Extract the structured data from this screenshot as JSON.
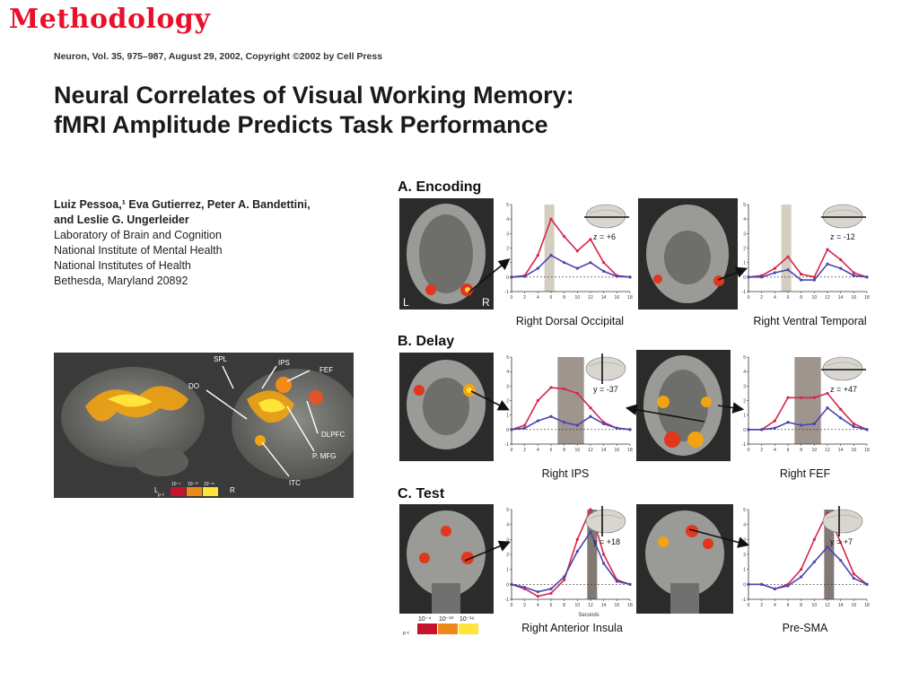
{
  "slide": {
    "title": "Methodology"
  },
  "paper": {
    "citation": "Neuron, Vol. 35, 975–987, August 29, 2002, Copyright ©2002 by Cell Press",
    "title_line1": "Neural Correlates of Visual Working Memory:",
    "title_line2": "fMRI Amplitude Predicts Task Performance",
    "authors_line1": "Luiz Pessoa,¹ Eva Gutierrez, Peter A. Bandettini,",
    "authors_line2": "and Leslie G. Ungerleider",
    "affiliation": [
      "Laboratory of Brain and Cognition",
      "National Institute of Mental Health",
      "National Institutes of Health",
      "Bethesda, Maryland 20892"
    ]
  },
  "brain_figure": {
    "labels": [
      "SPL",
      "IPS",
      "FEF",
      "DO",
      "DLPFC",
      "P. MFG",
      "ITC"
    ],
    "hemi_left": "L",
    "hemi_right": "R",
    "legend_prefix": "p <",
    "legend_values": [
      "10⁻⁴",
      "10⁻¹⁰",
      "10⁻¹⁶"
    ]
  },
  "figure": {
    "panels": [
      "A. Encoding",
      "B. Delay",
      "C. Test"
    ],
    "x_axis_title": "Seconds",
    "legend_values": [
      "10⁻⁴",
      "10⁻¹⁰",
      "10⁻¹⁶"
    ],
    "legend_prefix": "p <",
    "slice_L": "L",
    "slice_R": "R"
  },
  "chart_data": [
    {
      "type": "line",
      "panel": "A. Encoding",
      "caption": "Right Dorsal Occipital",
      "coord": "z = +6",
      "x": [
        0,
        2,
        4,
        6,
        8,
        10,
        12,
        14,
        16,
        18
      ],
      "xlim": [
        0,
        18
      ],
      "ylim": [
        -1,
        5
      ],
      "yticks": [
        -1,
        0,
        1,
        2,
        3,
        4,
        5
      ],
      "shade": [
        5,
        6.5
      ],
      "series": [
        {
          "color": "#d8244a",
          "values": [
            0,
            0.1,
            1.5,
            4.0,
            2.8,
            1.8,
            2.6,
            1.0,
            0.1,
            0
          ]
        },
        {
          "color": "#4a45b0",
          "values": [
            0,
            0.05,
            0.6,
            1.5,
            1.0,
            0.6,
            1.0,
            0.4,
            0.05,
            0
          ]
        }
      ]
    },
    {
      "type": "line",
      "panel": "A. Encoding",
      "caption": "Right Ventral Temporal",
      "coord": "z = -12",
      "x": [
        0,
        2,
        4,
        6,
        8,
        10,
        12,
        14,
        16,
        18
      ],
      "xlim": [
        0,
        18
      ],
      "ylim": [
        -1,
        5
      ],
      "yticks": [
        -1,
        0,
        1,
        2,
        3,
        4,
        5
      ],
      "shade": [
        5,
        6.5
      ],
      "series": [
        {
          "color": "#d8244a",
          "values": [
            0,
            0.1,
            0.6,
            1.4,
            0.2,
            0,
            1.9,
            1.2,
            0.3,
            0
          ]
        },
        {
          "color": "#4a45b0",
          "values": [
            0,
            0,
            0.3,
            0.5,
            -0.2,
            -0.2,
            0.9,
            0.6,
            0.1,
            0
          ]
        }
      ]
    },
    {
      "type": "line",
      "panel": "B. Delay",
      "caption": "Right IPS",
      "coord": "y = -37",
      "x": [
        0,
        2,
        4,
        6,
        8,
        10,
        12,
        14,
        16,
        18
      ],
      "xlim": [
        0,
        18
      ],
      "ylim": [
        -1,
        5
      ],
      "yticks": [
        -1,
        0,
        1,
        2,
        3,
        4,
        5
      ],
      "shade": [
        7,
        11
      ],
      "series": [
        {
          "color": "#d8244a",
          "values": [
            0,
            0.3,
            2.0,
            2.9,
            2.8,
            2.5,
            1.5,
            0.5,
            0.1,
            0
          ]
        },
        {
          "color": "#4a45b0",
          "values": [
            0,
            0.1,
            0.6,
            0.9,
            0.5,
            0.3,
            0.9,
            0.4,
            0.1,
            0
          ]
        }
      ]
    },
    {
      "type": "line",
      "panel": "B. Delay",
      "caption": "Right FEF",
      "coord": "z = +47",
      "x": [
        0,
        2,
        4,
        6,
        8,
        10,
        12,
        14,
        16,
        18
      ],
      "xlim": [
        0,
        18
      ],
      "ylim": [
        -1,
        5
      ],
      "yticks": [
        -1,
        0,
        1,
        2,
        3,
        4,
        5
      ],
      "shade": [
        7,
        11
      ],
      "series": [
        {
          "color": "#d8244a",
          "values": [
            0,
            0,
            0.6,
            2.2,
            2.2,
            2.2,
            2.5,
            1.4,
            0.4,
            0
          ]
        },
        {
          "color": "#4a45b0",
          "values": [
            0,
            0,
            0.1,
            0.5,
            0.3,
            0.4,
            1.5,
            0.8,
            0.2,
            0
          ]
        }
      ]
    },
    {
      "type": "line",
      "panel": "C. Test",
      "caption": "Right Anterior Insula",
      "coord": "y = +18",
      "xlabel": "Seconds",
      "x": [
        0,
        2,
        4,
        6,
        8,
        10,
        12,
        14,
        16,
        18
      ],
      "xlim": [
        0,
        18
      ],
      "ylim": [
        -1,
        5
      ],
      "yticks": [
        -1,
        0,
        1,
        2,
        3,
        4,
        5
      ],
      "shade": [
        11.5,
        13
      ],
      "series": [
        {
          "color": "#d8244a",
          "values": [
            0,
            -0.3,
            -0.8,
            -0.6,
            0.3,
            3.0,
            5.0,
            2.0,
            0.3,
            0
          ]
        },
        {
          "color": "#4a45b0",
          "values": [
            0,
            -0.2,
            -0.5,
            -0.3,
            0.5,
            2.2,
            3.5,
            1.4,
            0.2,
            0
          ]
        }
      ]
    },
    {
      "type": "line",
      "panel": "C. Test",
      "caption": "Pre-SMA",
      "coord": "y = +7",
      "x": [
        0,
        2,
        4,
        6,
        8,
        10,
        12,
        14,
        16,
        18
      ],
      "xlim": [
        0,
        18
      ],
      "ylim": [
        -1,
        5
      ],
      "yticks": [
        -1,
        0,
        1,
        2,
        3,
        4,
        5
      ],
      "shade": [
        11.5,
        13
      ],
      "series": [
        {
          "color": "#d8244a",
          "values": [
            0,
            0,
            -0.3,
            0,
            1.0,
            3.0,
            4.8,
            2.8,
            0.7,
            0
          ]
        },
        {
          "color": "#4a45b0",
          "values": [
            0,
            0,
            -0.3,
            -0.1,
            0.5,
            1.5,
            2.5,
            1.6,
            0.4,
            0
          ]
        }
      ]
    }
  ]
}
